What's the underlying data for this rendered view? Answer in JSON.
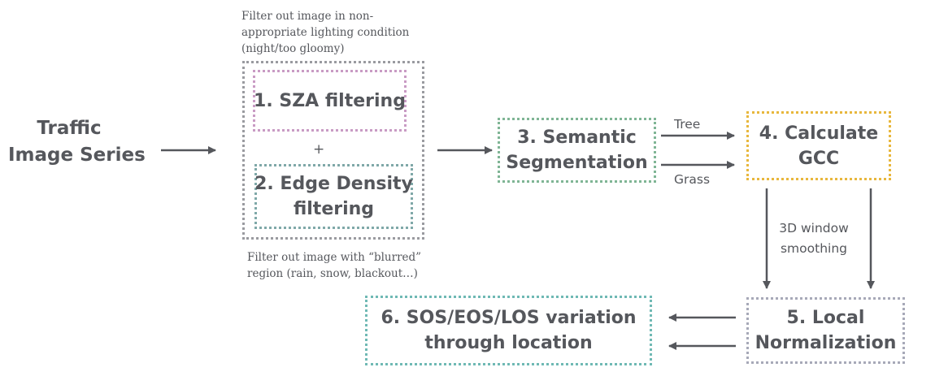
{
  "colors": {
    "text": "#55575c",
    "outer_box_border": "#9a9ba0",
    "sza_border": "#c99bc4",
    "edge_density_border": "#7fa8a8",
    "segmentation_border": "#7fb595",
    "gcc_border": "#e8b73d",
    "normalization_border": "#a7a9b8",
    "output_border": "#6fb9b4",
    "arrow": "#55575c"
  },
  "input": {
    "label_line1": "Traffic",
    "label_line2": "Image Series"
  },
  "sza_note": {
    "line1": "Filter out image in non-",
    "line2": "appropriate lighting condition",
    "line3": "(night/too gloomy)"
  },
  "sza_box": {
    "label": "1. SZA filtering"
  },
  "plus": "+",
  "edge_box": {
    "label_line1": "2. Edge Density",
    "label_line2": "filtering"
  },
  "edge_note": {
    "line1": "Filter out image with “blurred”",
    "line2": "region (rain, snow, blackout…)"
  },
  "segmentation_box": {
    "label_line1": "3. Semantic",
    "label_line2": "Segmentation"
  },
  "edge_labels": {
    "tree": "Tree",
    "grass": "Grass"
  },
  "gcc_box": {
    "label_line1": "4. Calculate",
    "label_line2": "GCC"
  },
  "smoothing_note": {
    "line1": "3D window",
    "line2": "smoothing"
  },
  "normalization_box": {
    "label_line1": "5. Local",
    "label_line2": "Normalization"
  },
  "output_box": {
    "label_line1": "6. SOS/EOS/LOS variation",
    "label_line2": "through location"
  }
}
